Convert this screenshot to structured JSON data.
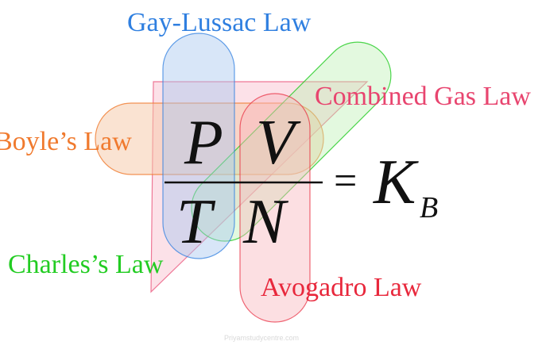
{
  "labels": {
    "gay_lussac": "Gay-Lussac Law",
    "combined": "Combined Gas Law",
    "boyle": "Boyle’s Law",
    "charles": "Charles’s Law",
    "avogadro": "Avogadro Law"
  },
  "equation": {
    "p": "P",
    "v": "V",
    "t": "T",
    "n": "N",
    "equals": "=",
    "k": "K",
    "k_sub": "B"
  },
  "watermark": "Priyamstudycentre.com",
  "colors": {
    "gay_lussac": "#2f7fe0",
    "combined": "#e8456f",
    "boyle": "#f07a2e",
    "charles": "#22cc22",
    "avogadro": "#e8283c"
  }
}
